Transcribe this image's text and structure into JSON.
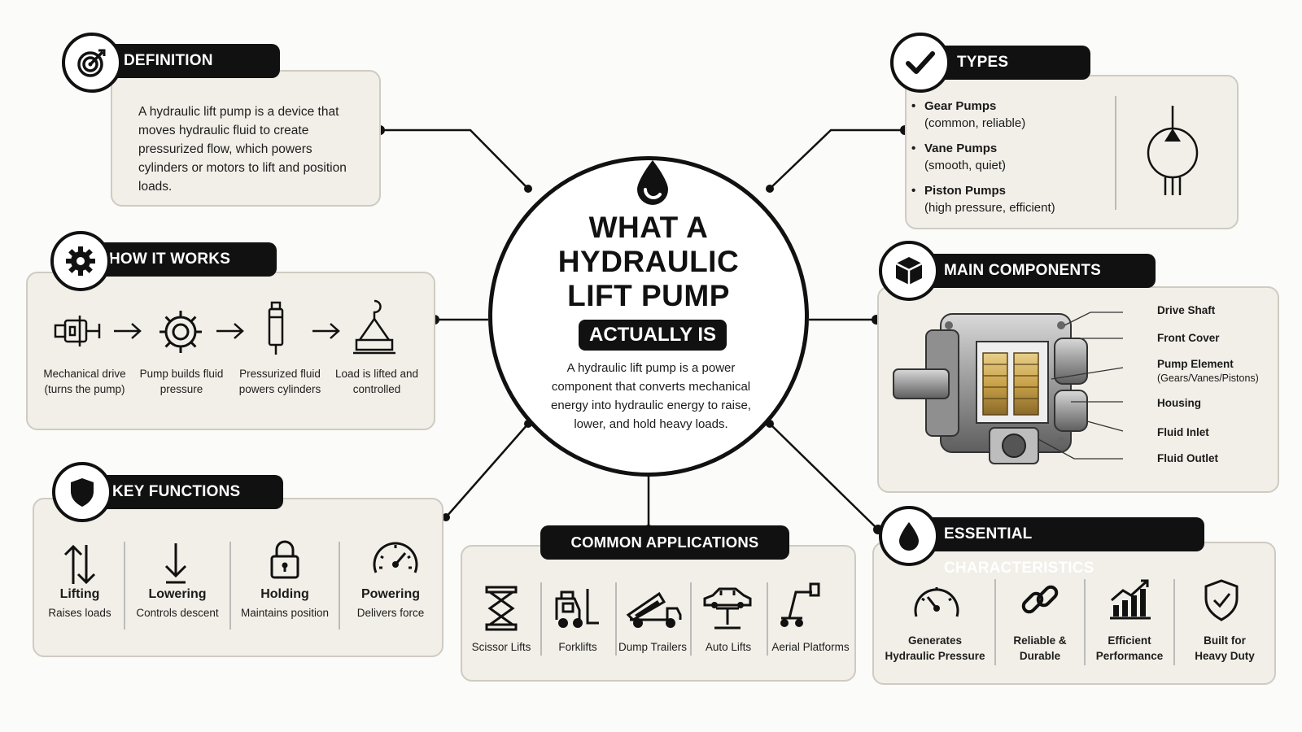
{
  "center": {
    "title_lines": [
      "WHAT A",
      "HYDRAULIC",
      "LIFT PUMP"
    ],
    "pill": "ACTUALLY IS",
    "description": "A hydraulic lift pump is a power component that converts mechanical energy into hydraulic energy to raise, lower, and hold heavy loads."
  },
  "definition": {
    "title": "DEFINITION",
    "text": "A hydraulic lift pump is a device that moves hydraulic fluid to create pressurized flow, which powers cylinders or motors to lift and position loads."
  },
  "how_it_works": {
    "title": "HOW IT WORKS",
    "steps": [
      {
        "icon": "motor-icon",
        "label": "Mechanical drive (turns the pump)"
      },
      {
        "icon": "gear-icon",
        "label": "Pump builds fluid pressure"
      },
      {
        "icon": "cylinder-icon",
        "label": "Pressurized fluid powers cylinders"
      },
      {
        "icon": "hook-load-icon",
        "label": "Load is lifted and controlled"
      }
    ]
  },
  "key_functions": {
    "title": "KEY FUNCTIONS",
    "items": [
      {
        "icon": "up-down-arrows-icon",
        "title": "Lifting",
        "sub": "Raises loads"
      },
      {
        "icon": "down-arrow-icon",
        "title": "Lowering",
        "sub": "Controls descent"
      },
      {
        "icon": "padlock-icon",
        "title": "Holding",
        "sub": "Maintains position"
      },
      {
        "icon": "gauge-icon",
        "title": "Powering",
        "sub": "Delivers force"
      }
    ]
  },
  "common_applications": {
    "title": "COMMON APPLICATIONS",
    "items": [
      {
        "icon": "scissor-lift-icon",
        "label": "Scissor Lifts"
      },
      {
        "icon": "forklift-icon",
        "label": "Forklifts"
      },
      {
        "icon": "dump-trailer-icon",
        "label": "Dump Trailers"
      },
      {
        "icon": "auto-lift-icon",
        "label": "Auto Lifts"
      },
      {
        "icon": "aerial-platform-icon",
        "label": "Aerial Platforms"
      }
    ]
  },
  "types": {
    "title": "TYPES",
    "items": [
      {
        "name": "Gear Pumps",
        "desc": "(common, reliable)"
      },
      {
        "name": "Vane Pumps",
        "desc": "(smooth, quiet)"
      },
      {
        "name": "Piston Pumps",
        "desc": "(high pressure, efficient)"
      }
    ]
  },
  "main_components": {
    "title": "MAIN COMPONENTS",
    "labels": [
      {
        "name": "Drive Shaft"
      },
      {
        "name": "Front Cover"
      },
      {
        "name": "Pump Element",
        "sub": "(Gears/Vanes/Pistons)"
      },
      {
        "name": "Housing"
      },
      {
        "name": "Fluid Inlet"
      },
      {
        "name": "Fluid Outlet"
      }
    ]
  },
  "essential_characteristics": {
    "title": "ESSENTIAL CHARACTERISTICS",
    "items": [
      {
        "icon": "gauge-icon",
        "lines": [
          "Generates",
          "Hydraulic Pressure"
        ]
      },
      {
        "icon": "chain-link-icon",
        "lines": [
          "Reliable &",
          "Durable"
        ]
      },
      {
        "icon": "bar-chart-icon",
        "lines": [
          "Efficient",
          "Performance"
        ]
      },
      {
        "icon": "shield-check-icon",
        "lines": [
          "Built for",
          "Heavy Duty"
        ]
      }
    ]
  },
  "colors": {
    "ink": "#111111",
    "card": "#f2efe8",
    "card_border": "#cfcbc2",
    "background": "#fbfbf9",
    "brass": "#c9a24a"
  }
}
